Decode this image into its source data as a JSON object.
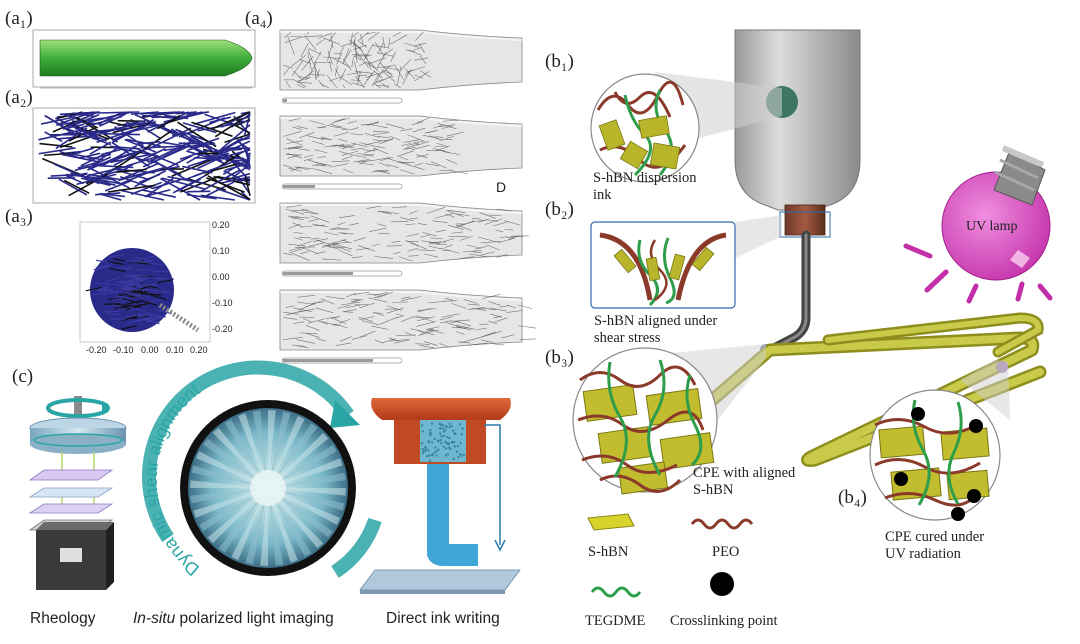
{
  "panels": {
    "a1": "(a₁)",
    "a2": "(a₂)",
    "a3": "(a₃)",
    "a4": "(a₄)",
    "b1": "(b₁)",
    "b2": "(b₂)",
    "b3": "(b₃)",
    "b4": "(b₄)",
    "c": "(c)"
  },
  "a": {
    "a4_marker": "D",
    "a3_axis_right": [
      "0.20",
      "0.10",
      "0.00",
      "-0.10",
      "-0.20"
    ],
    "a3_axis_bottom": [
      "-0.20",
      "-0.10",
      "0.00",
      "0.10",
      "0.20"
    ]
  },
  "b": {
    "b1_caption_line1": "S-hBN dispersion",
    "b1_caption_line2": "ink",
    "b2_caption_line1": "S-hBN aligned under",
    "b2_caption_line2": "shear stress",
    "b3_caption_line1": "CPE with aligned",
    "b3_caption_line2": "S-hBN",
    "b4_caption_line1": "CPE cured under",
    "b4_caption_line2": "UV radiation",
    "uv_lamp": "UV lamp"
  },
  "legend": {
    "shbn": "S-hBN",
    "peo": "PEO",
    "tegdme": "TEGDME",
    "crosslink": "Crosslinking point"
  },
  "c": {
    "arc_text": "Dynamic shear alignment",
    "rheology": "Rheology",
    "insitu_italic": "In-situ",
    "insitu_rest": " polarized light imaging",
    "diw": "Direct ink writing"
  },
  "colors": {
    "sim_green": "#3fae3a",
    "sim_blue": "#2a2a8a",
    "shbn_yellow": "#b9b52a",
    "peo_brown": "#8b3a2a",
    "tegdme_green": "#2e9e4a",
    "uv_magenta": "#d63fb4",
    "arc_teal": "#2aa5a5",
    "print_track": "#b8b835"
  }
}
